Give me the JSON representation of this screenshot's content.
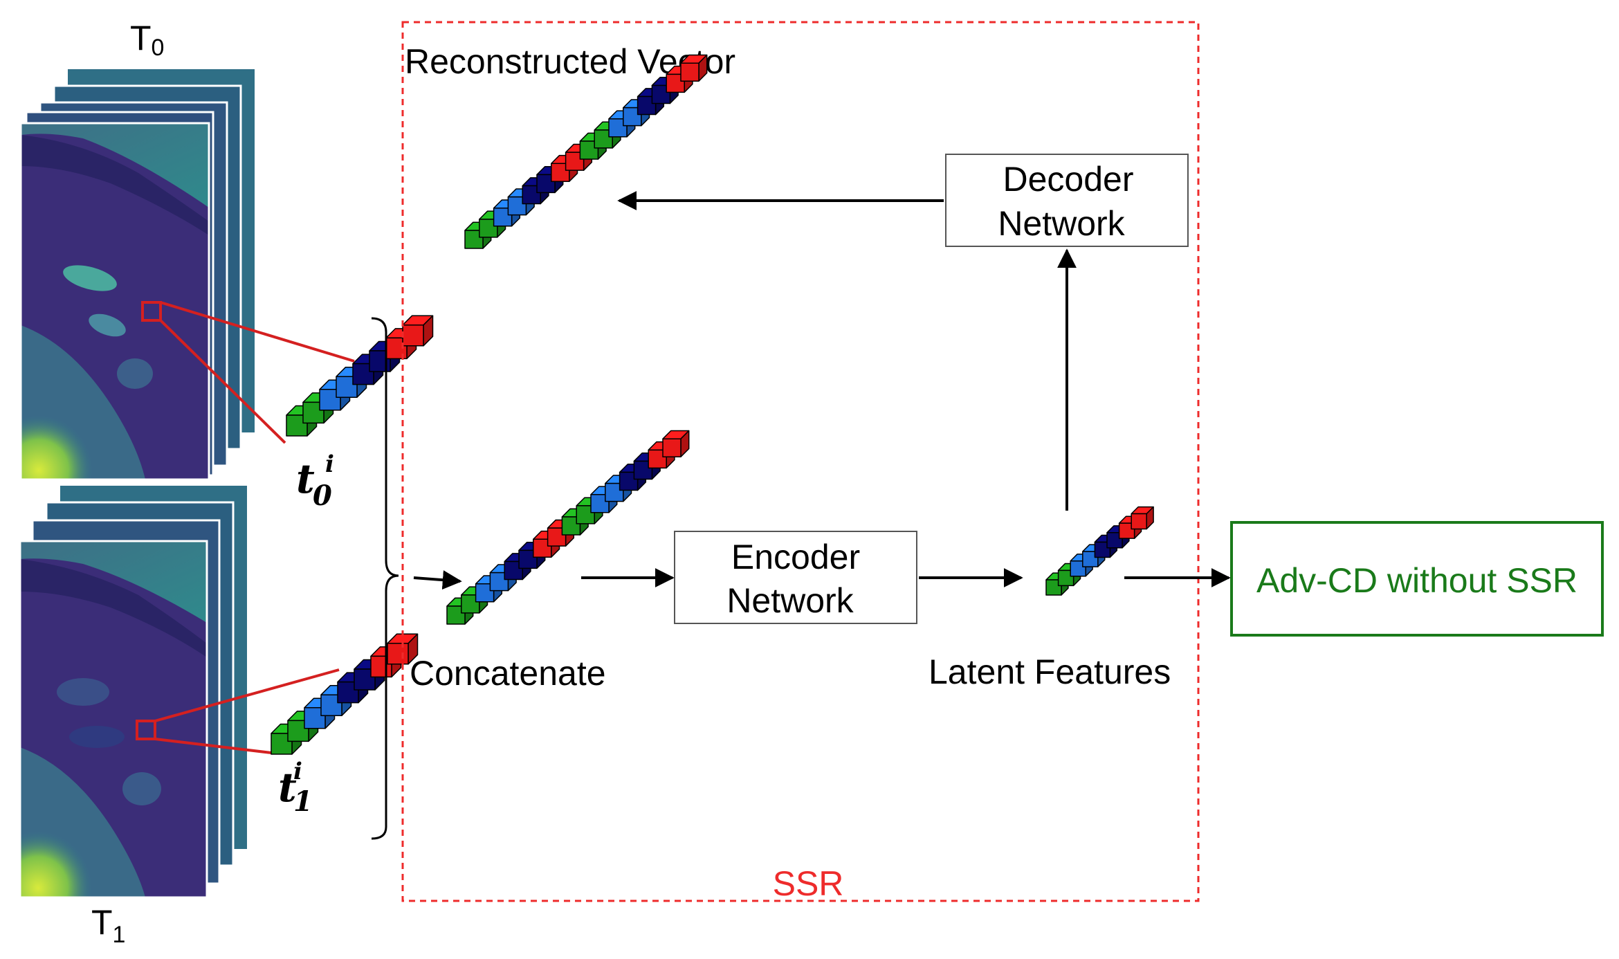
{
  "time_labels": {
    "t0": {
      "base": "T",
      "sub": "0"
    },
    "t1": {
      "base": "T",
      "sub": "1"
    }
  },
  "vector_labels": {
    "t0": {
      "base": "t",
      "sub": "0",
      "sup": "i"
    },
    "t1": {
      "base": "t",
      "sub": "1",
      "sup": "i"
    }
  },
  "ssr_box": {
    "label": "SSR",
    "color": "#ee2b2b"
  },
  "nodes": {
    "reconstructed": "Reconstructed Vector",
    "concatenate": "Concatenate",
    "latent": "Latent Features",
    "encoder": {
      "line1": "Encoder",
      "line2": "Network"
    },
    "decoder": {
      "line1": "Decoder",
      "line2": "Network"
    }
  },
  "output": {
    "label": "Adv-CD without SSR",
    "color": "#1a7a1a"
  },
  "colors": {
    "highlight": "#d42020",
    "cube_green": "#1c9c1c",
    "cube_lightblue": "#1f6ed8",
    "cube_darkblue": "#08086a",
    "cube_red": "#e81818",
    "image_dark": "#3d2f78",
    "image_water": "#302868",
    "image_land": "#3f7a8a",
    "image_bright": "#c8e43a"
  },
  "icons": {
    "image_stack": "hyperspectral-image-stack",
    "vector": "spectral-vector-cubes",
    "brace": "right-curly-brace"
  }
}
